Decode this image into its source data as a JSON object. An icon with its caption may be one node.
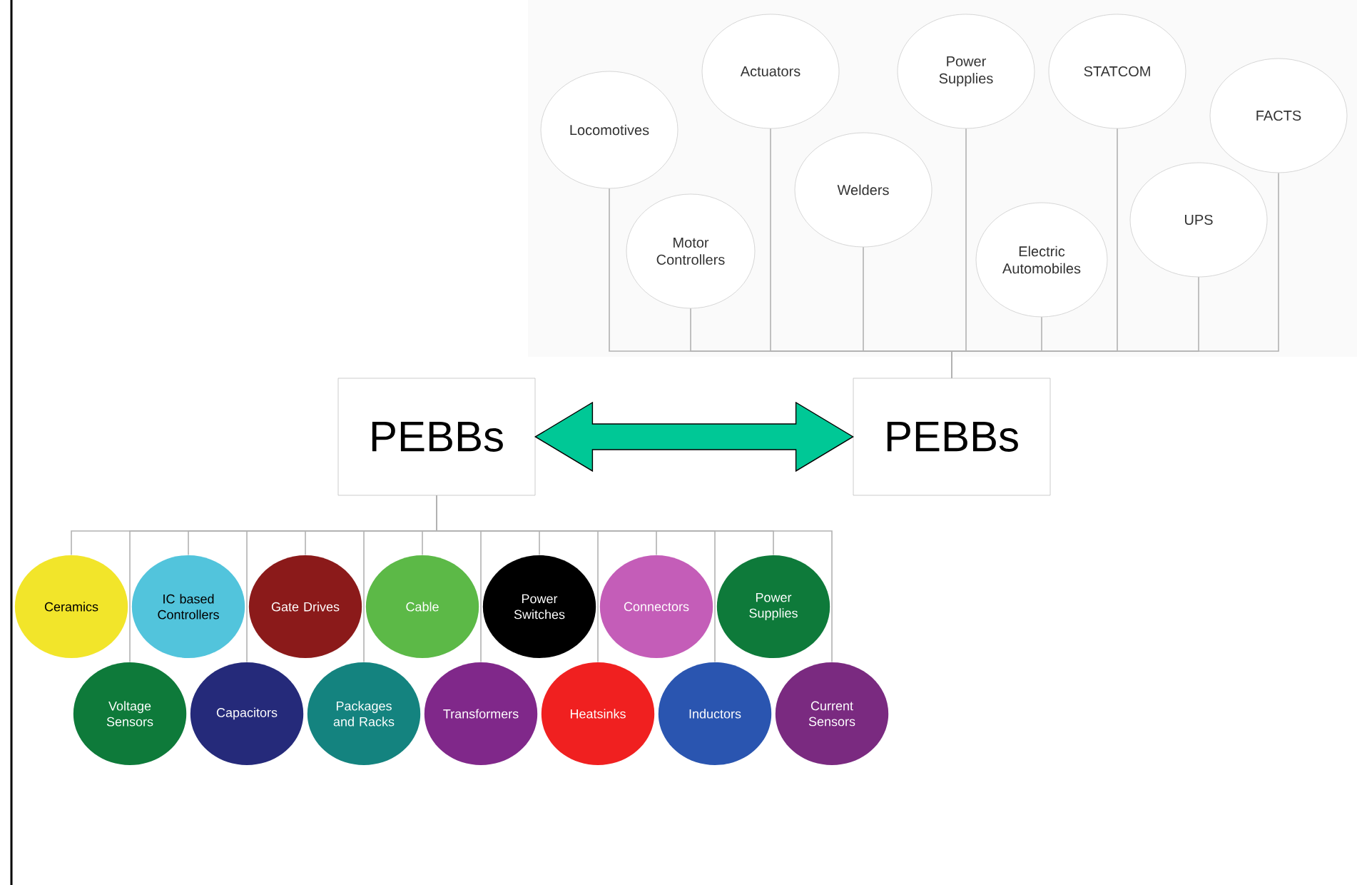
{
  "diagram": {
    "nodes": [
      {
        "text": [
          "PEBBs"
        ]
      },
      {
        "text": [
          "PEBBs"
        ]
      },
      {
        "text": [
          "Locomotives"
        ]
      },
      {
        "text": [
          "Actuators"
        ]
      },
      {
        "text": [
          "Motor Controllers"
        ]
      },
      {
        "text": [
          "Welders"
        ]
      },
      {
        "text": [
          "Power Supplies"
        ]
      },
      {
        "text": [
          "Electric Automobiles"
        ]
      },
      {
        "text": [
          "STATCOM"
        ]
      },
      {
        "text": [
          "UPS"
        ]
      },
      {
        "text": [
          "FACTS"
        ]
      },
      {
        "text": [
          "Ceramics"
        ]
      },
      {
        "text": [
          "IC based Controllers"
        ]
      },
      {
        "text": [
          "Voltage Sensors"
        ]
      },
      {
        "text": [
          "Gate Drives"
        ]
      },
      {
        "text": [
          "Cable"
        ]
      },
      {
        "text": [
          "Power Switches"
        ]
      },
      {
        "text": [
          "Connectors"
        ]
      },
      {
        "text": [
          "Power Supplies"
        ]
      },
      {
        "text": [
          "Packages and Racks"
        ]
      },
      {
        "text": [
          "Capacitors"
        ]
      },
      {
        "text": [
          "Transformers"
        ]
      },
      {
        "text": [
          "Heatsinks"
        ]
      },
      {
        "text": [
          "Inductors"
        ]
      },
      {
        "text": [
          "Current Sensors"
        ]
      }
    ],
    "edges": [
      {
        "from": 0,
        "to": 1,
        "arrow": "both",
        "style": "thick",
        "color": "#00c896"
      },
      {
        "from": 1,
        "to": 2,
        "arrow": "none"
      },
      {
        "from": 1,
        "to": 3,
        "arrow": "none"
      },
      {
        "from": 1,
        "to": 4,
        "arrow": "none"
      },
      {
        "from": 1,
        "to": 5,
        "arrow": "none"
      },
      {
        "from": 1,
        "to": 6,
        "arrow": "none"
      },
      {
        "from": 1,
        "to": 7,
        "arrow": "none"
      },
      {
        "from": 1,
        "to": 8,
        "arrow": "none"
      },
      {
        "from": 1,
        "to": 9,
        "arrow": "none"
      },
      {
        "from": 1,
        "to": 10,
        "arrow": "none"
      },
      {
        "from": 0,
        "to": 11,
        "arrow": "none"
      },
      {
        "from": 0,
        "to": 12,
        "arrow": "none"
      },
      {
        "from": 0,
        "to": 13,
        "arrow": "none"
      },
      {
        "from": 0,
        "to": 14,
        "arrow": "none"
      },
      {
        "from": 0,
        "to": 15,
        "arrow": "none"
      },
      {
        "from": 0,
        "to": 16,
        "arrow": "none"
      },
      {
        "from": 0,
        "to": 17,
        "arrow": "none"
      },
      {
        "from": 0,
        "to": 18,
        "arrow": "none"
      },
      {
        "from": 0,
        "to": 19,
        "arrow": "none"
      },
      {
        "from": 0,
        "to": 20,
        "arrow": "none"
      },
      {
        "from": 0,
        "to": 21,
        "arrow": "none"
      },
      {
        "from": 0,
        "to": 22,
        "arrow": "none"
      },
      {
        "from": 0,
        "to": 23,
        "arrow": "none"
      },
      {
        "from": 0,
        "to": 24,
        "arrow": "none"
      }
    ]
  }
}
